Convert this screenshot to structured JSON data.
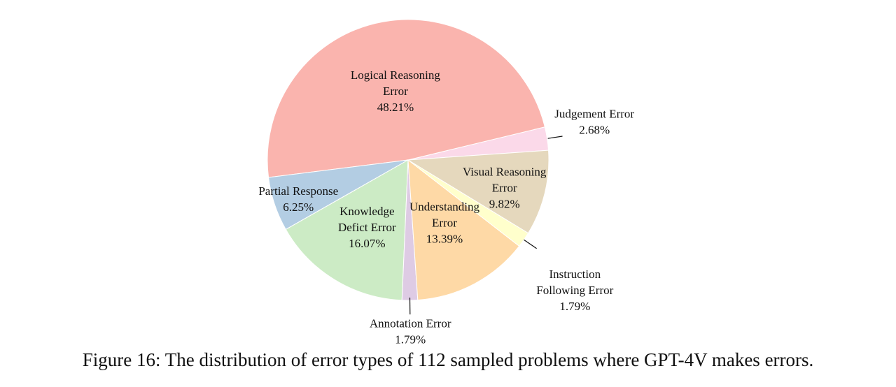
{
  "caption": "Figure 16: The distribution of error types of 112 sampled problems where GPT-4V makes errors.",
  "chart_data": {
    "type": "pie",
    "total_problems": 112,
    "slices": [
      {
        "lines": [
          "Judgement Error"
        ],
        "pct_label": "2.68%",
        "value": 2.68,
        "color": "#fbd9e9"
      },
      {
        "lines": [
          "Logical Reasoning",
          "Error"
        ],
        "pct_label": "48.21%",
        "value": 48.21,
        "color": "#fab4ae"
      },
      {
        "lines": [
          "Partial Response"
        ],
        "pct_label": "6.25%",
        "value": 6.25,
        "color": "#b3cde3"
      },
      {
        "lines": [
          "Knowledge",
          "Defict Error"
        ],
        "pct_label": "16.07%",
        "value": 16.07,
        "color": "#ccebc5"
      },
      {
        "lines": [
          "Annotation Error"
        ],
        "pct_label": "1.79%",
        "value": 1.79,
        "color": "#decbe4"
      },
      {
        "lines": [
          "Understanding",
          "Error"
        ],
        "pct_label": "13.39%",
        "value": 13.39,
        "color": "#fed9a6"
      },
      {
        "lines": [
          "Instruction",
          "Following Error"
        ],
        "pct_label": "1.79%",
        "value": 1.79,
        "color": "#ffffcc"
      },
      {
        "lines": [
          "Visual Reasoning",
          "Error"
        ],
        "pct_label": "9.82%",
        "value": 9.82,
        "color": "#e5d8bd"
      }
    ]
  }
}
